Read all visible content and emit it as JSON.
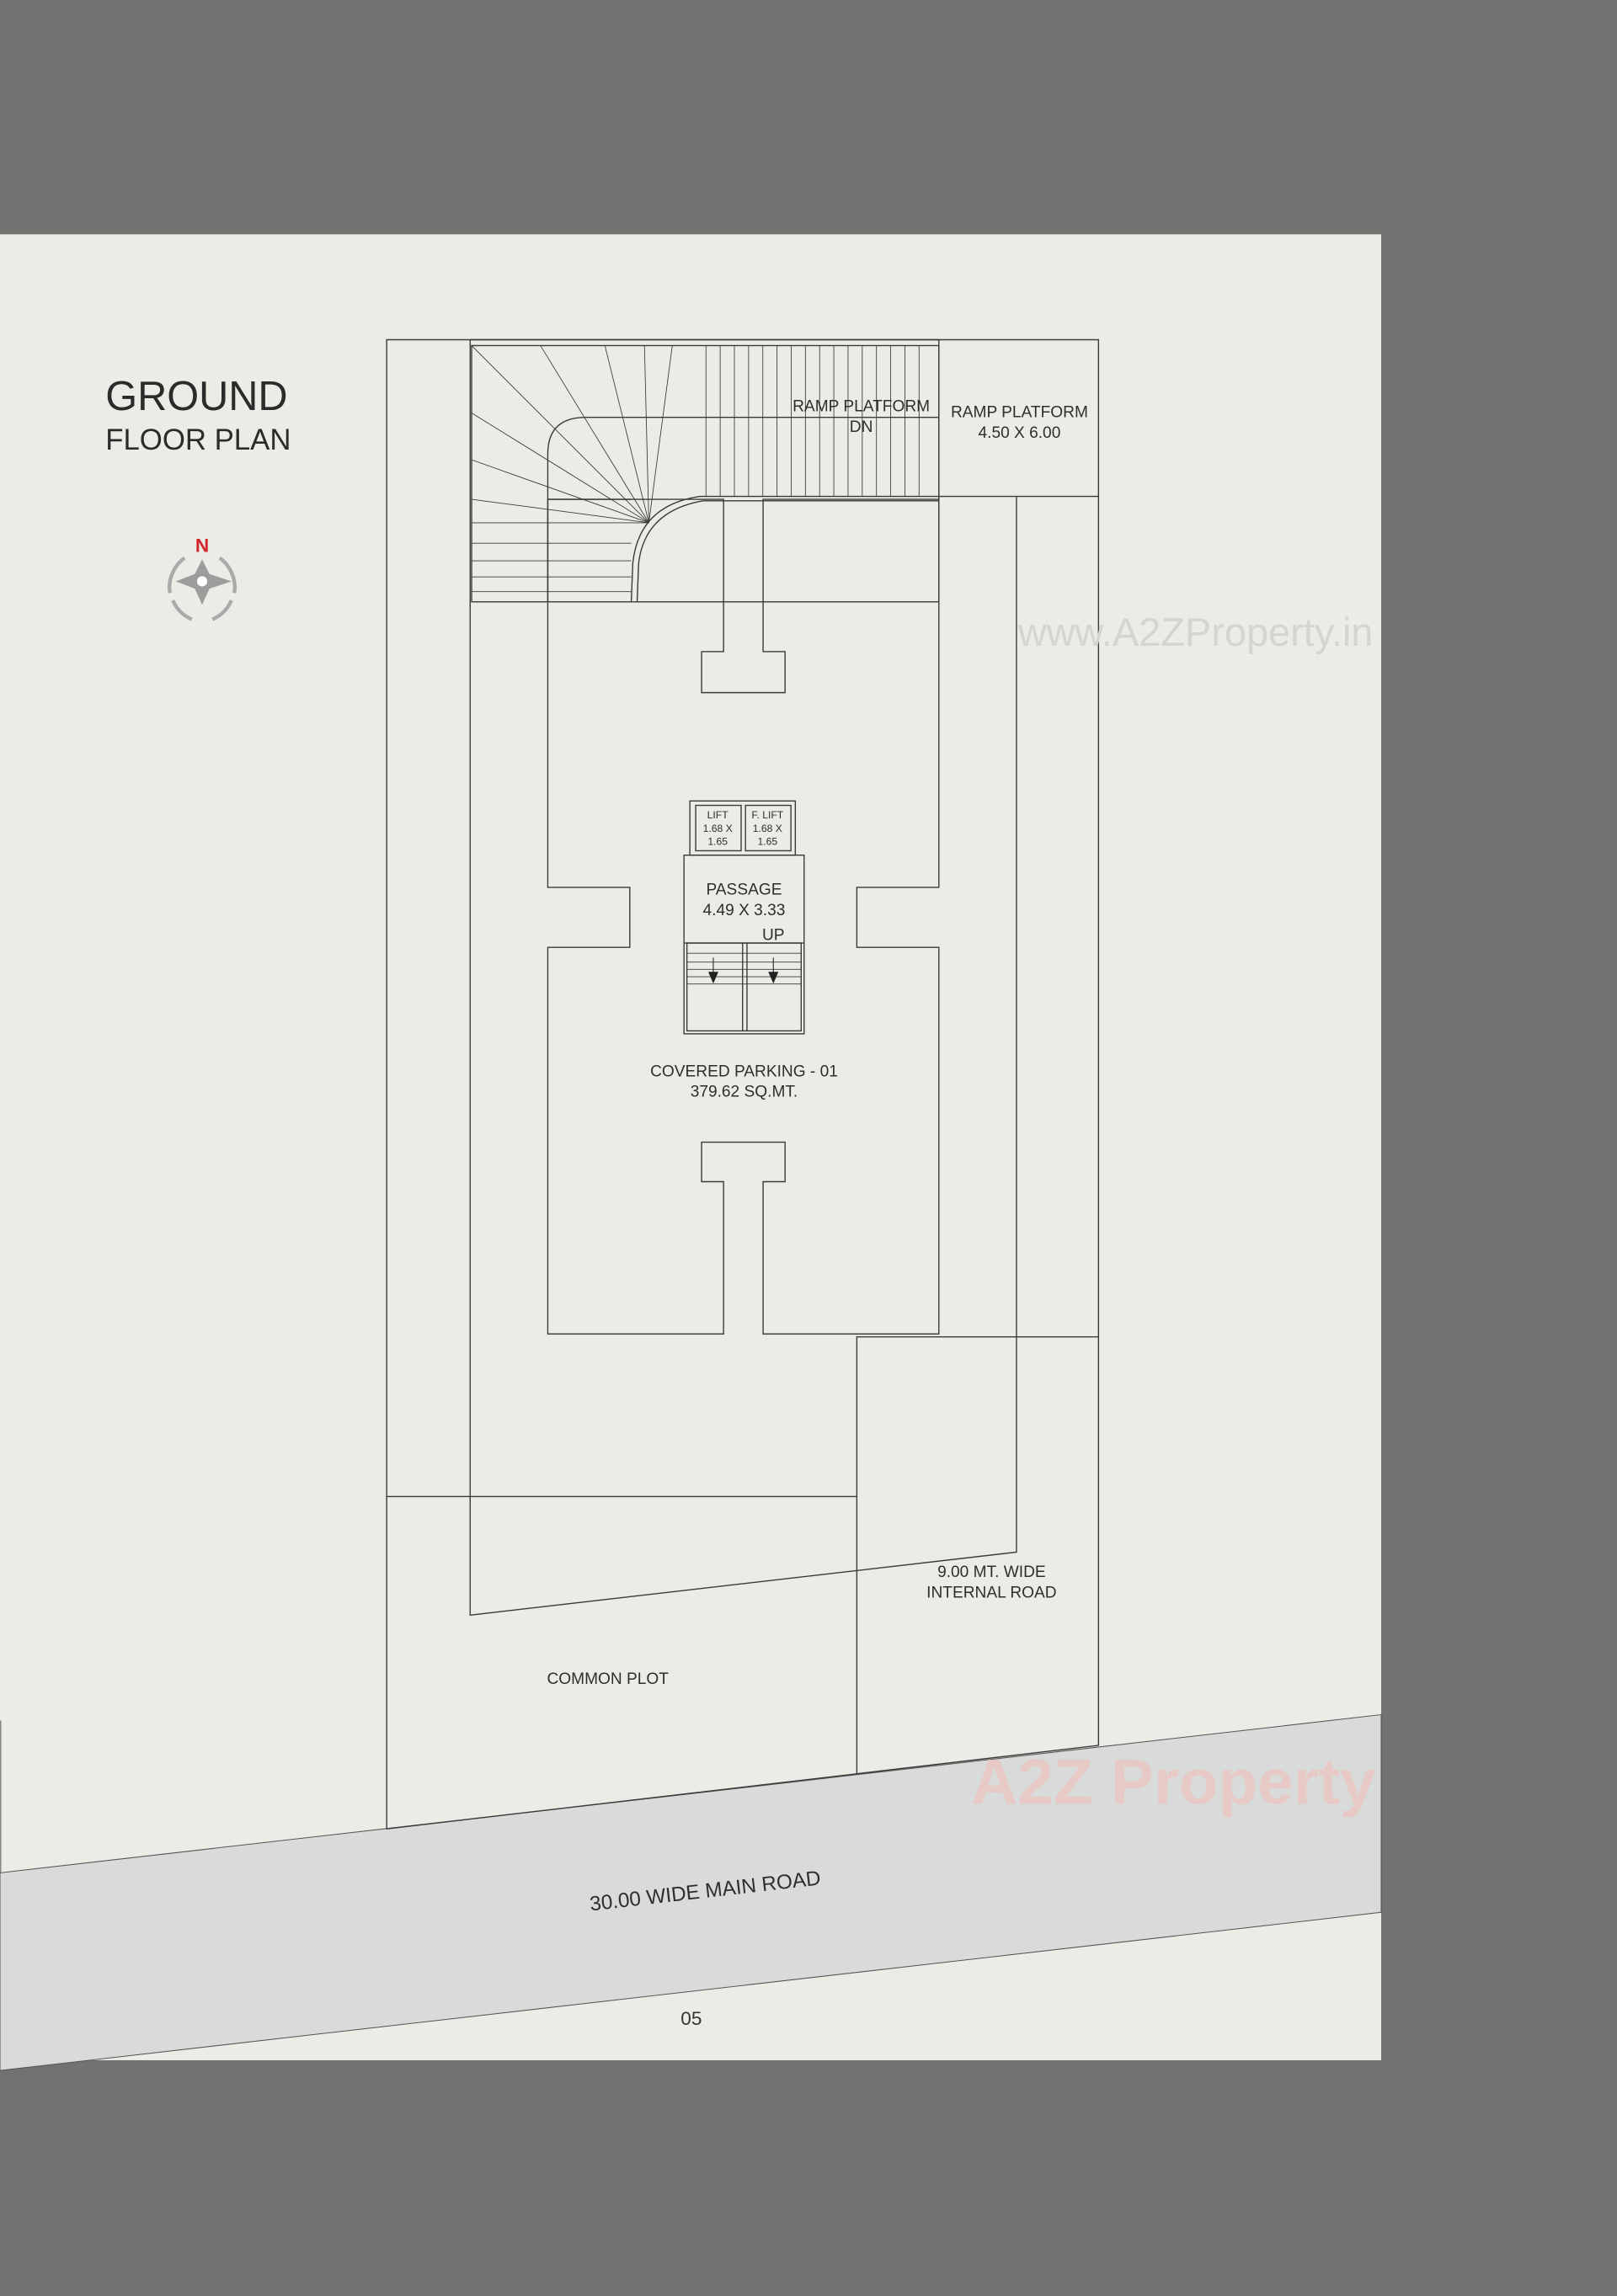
{
  "title": {
    "line1": "GROUND",
    "line2": "FLOOR PLAN"
  },
  "compass": {
    "north_label": "N",
    "icon": "compass-icon",
    "north_color": "#d0262a"
  },
  "rooms": {
    "ramp_dn": {
      "line1": "RAMP PLATFORM",
      "line2": "DN"
    },
    "ramp_platform": {
      "line1": "RAMP PLATFORM",
      "line2": "4.50 X 6.00"
    },
    "lift": {
      "line1": "LIFT",
      "line2": "1.68 X",
      "line3": "1.65"
    },
    "fire_lift": {
      "line1": "F. LIFT",
      "line2": "1.68 X",
      "line3": "1.65"
    },
    "passage": {
      "line1": "PASSAGE",
      "line2": "4.49 X 3.33",
      "stair": "UP"
    },
    "parking": {
      "line1": "COVERED PARKING - 01",
      "line2": "379.62 SQ.MT."
    },
    "internal_road": {
      "line1": "9.00 MT. WIDE",
      "line2": "INTERNAL ROAD"
    },
    "common_plot": "COMMON PLOT",
    "main_road": "30.00 WIDE MAIN ROAD"
  },
  "watermarks": {
    "url": "www.A2ZProperty.in",
    "brand": "A2Z Property"
  },
  "page_number": "05",
  "colors": {
    "background": "#727270",
    "page": "#ecebe6",
    "road": "#d9dbda"
  }
}
